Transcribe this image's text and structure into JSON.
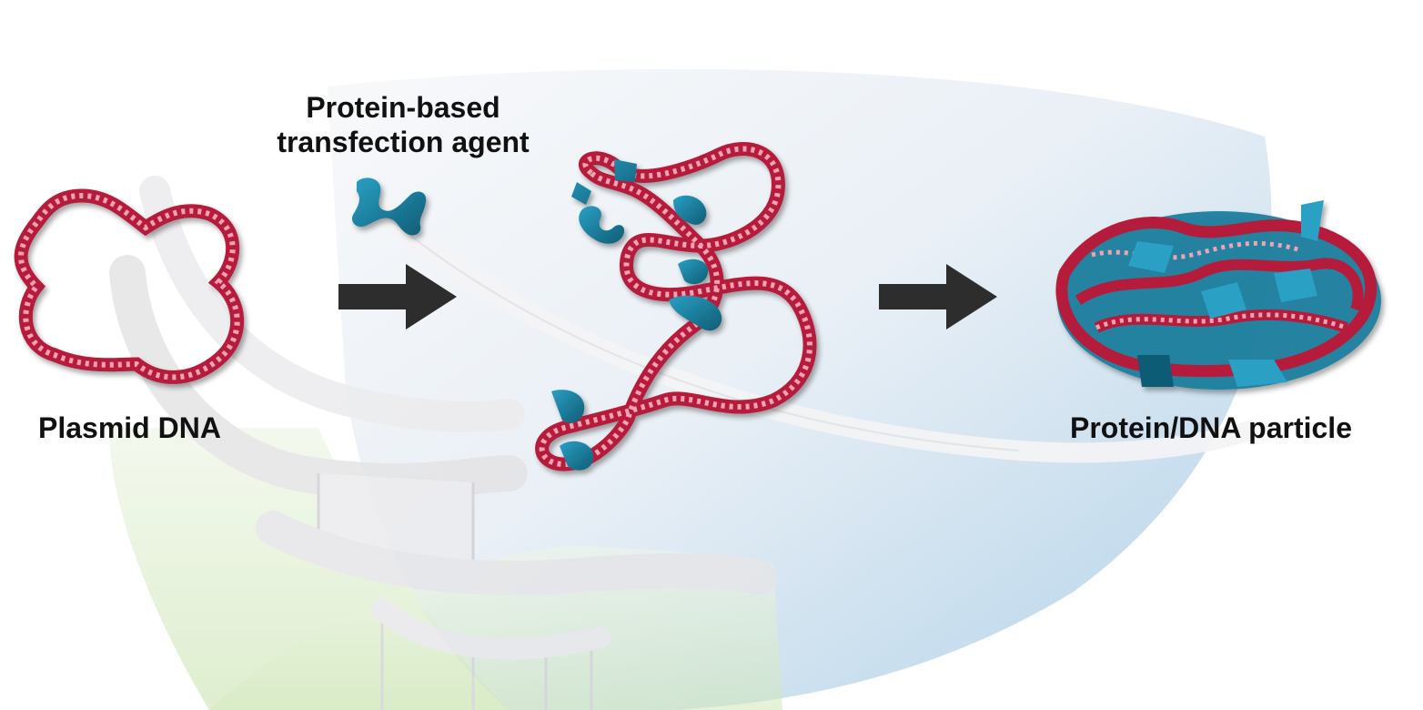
{
  "labels": {
    "plasmid_dna": "Plasmid DNA",
    "agent_line1": "Protein-based",
    "agent_line2": "transfection agent",
    "particle": "Protein/DNA particle"
  },
  "colors": {
    "dna_red": "#d8304a",
    "dna_light": "#f2a2b2",
    "protein_blue": "#1b7f9e",
    "protein_dark": "#0f5c75",
    "arrow": "#2d2d2d",
    "cell_blue": "#bcd7ea",
    "cell_green": "#d7ebc6",
    "membrane_gray": "#e8e8ea"
  },
  "icons": {
    "arrow_1": "right-arrow-icon",
    "arrow_2": "right-arrow-icon",
    "protein": "protein-blob-icon"
  }
}
